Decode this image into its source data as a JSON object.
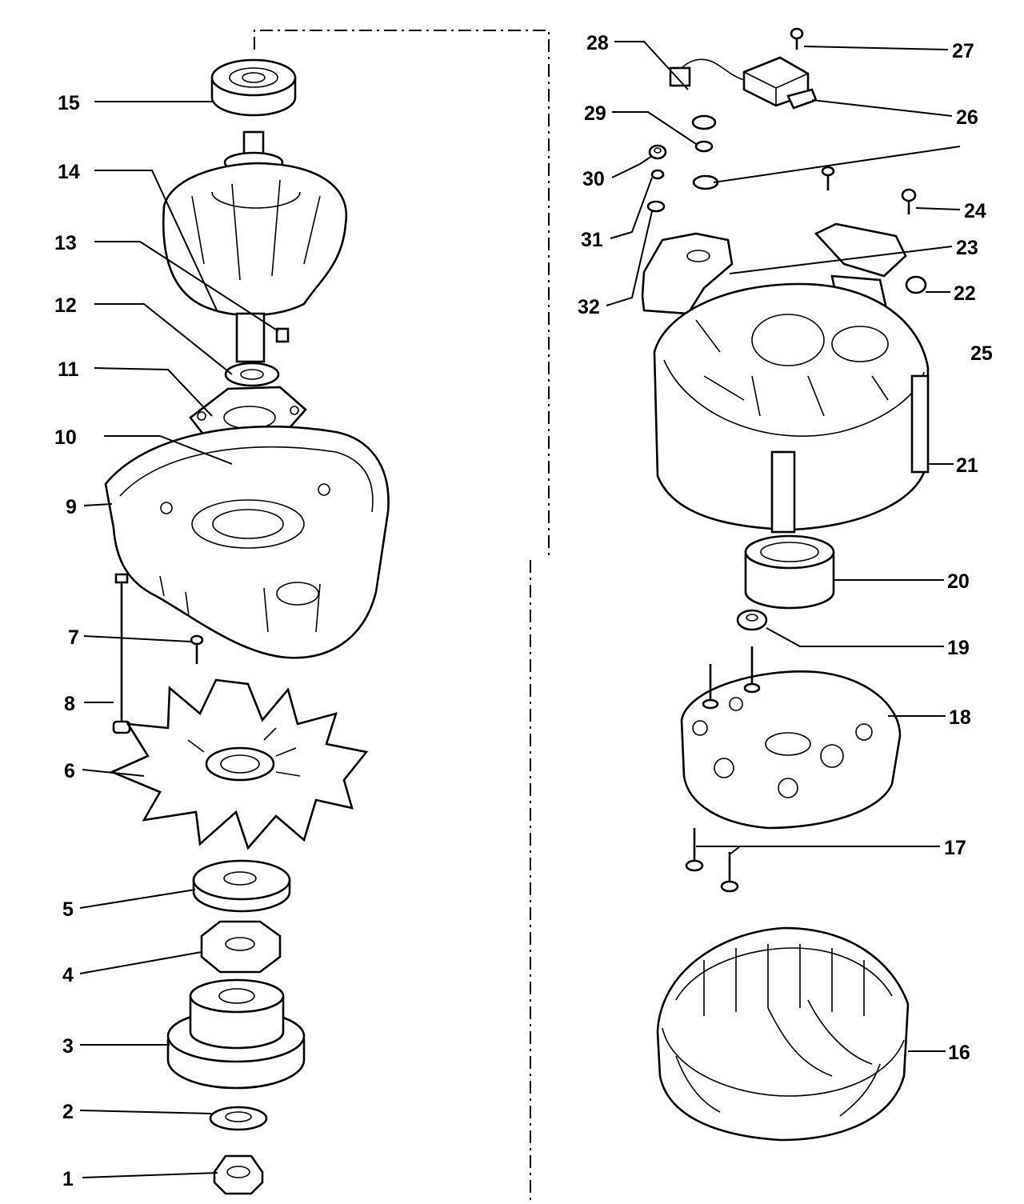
{
  "diagram": {
    "callouts": [
      {
        "id": "1",
        "label": "1"
      },
      {
        "id": "2",
        "label": "2"
      },
      {
        "id": "3",
        "label": "3"
      },
      {
        "id": "4",
        "label": "4"
      },
      {
        "id": "5",
        "label": "5"
      },
      {
        "id": "6",
        "label": "6"
      },
      {
        "id": "7",
        "label": "7"
      },
      {
        "id": "8",
        "label": "8"
      },
      {
        "id": "9",
        "label": "9"
      },
      {
        "id": "10",
        "label": "10"
      },
      {
        "id": "11",
        "label": "11"
      },
      {
        "id": "12",
        "label": "12"
      },
      {
        "id": "13",
        "label": "13"
      },
      {
        "id": "14",
        "label": "14"
      },
      {
        "id": "15",
        "label": "15"
      },
      {
        "id": "16",
        "label": "16"
      },
      {
        "id": "17",
        "label": "17"
      },
      {
        "id": "18",
        "label": "18"
      },
      {
        "id": "19",
        "label": "19"
      },
      {
        "id": "20",
        "label": "20"
      },
      {
        "id": "21",
        "label": "21"
      },
      {
        "id": "22",
        "label": "22"
      },
      {
        "id": "23",
        "label": "23"
      },
      {
        "id": "24",
        "label": "24"
      },
      {
        "id": "25",
        "label": "25"
      },
      {
        "id": "26",
        "label": "26"
      },
      {
        "id": "27",
        "label": "27"
      },
      {
        "id": "28",
        "label": "28"
      },
      {
        "id": "29",
        "label": "29"
      },
      {
        "id": "30",
        "label": "30"
      },
      {
        "id": "31",
        "label": "31"
      },
      {
        "id": "32",
        "label": "32"
      }
    ]
  }
}
